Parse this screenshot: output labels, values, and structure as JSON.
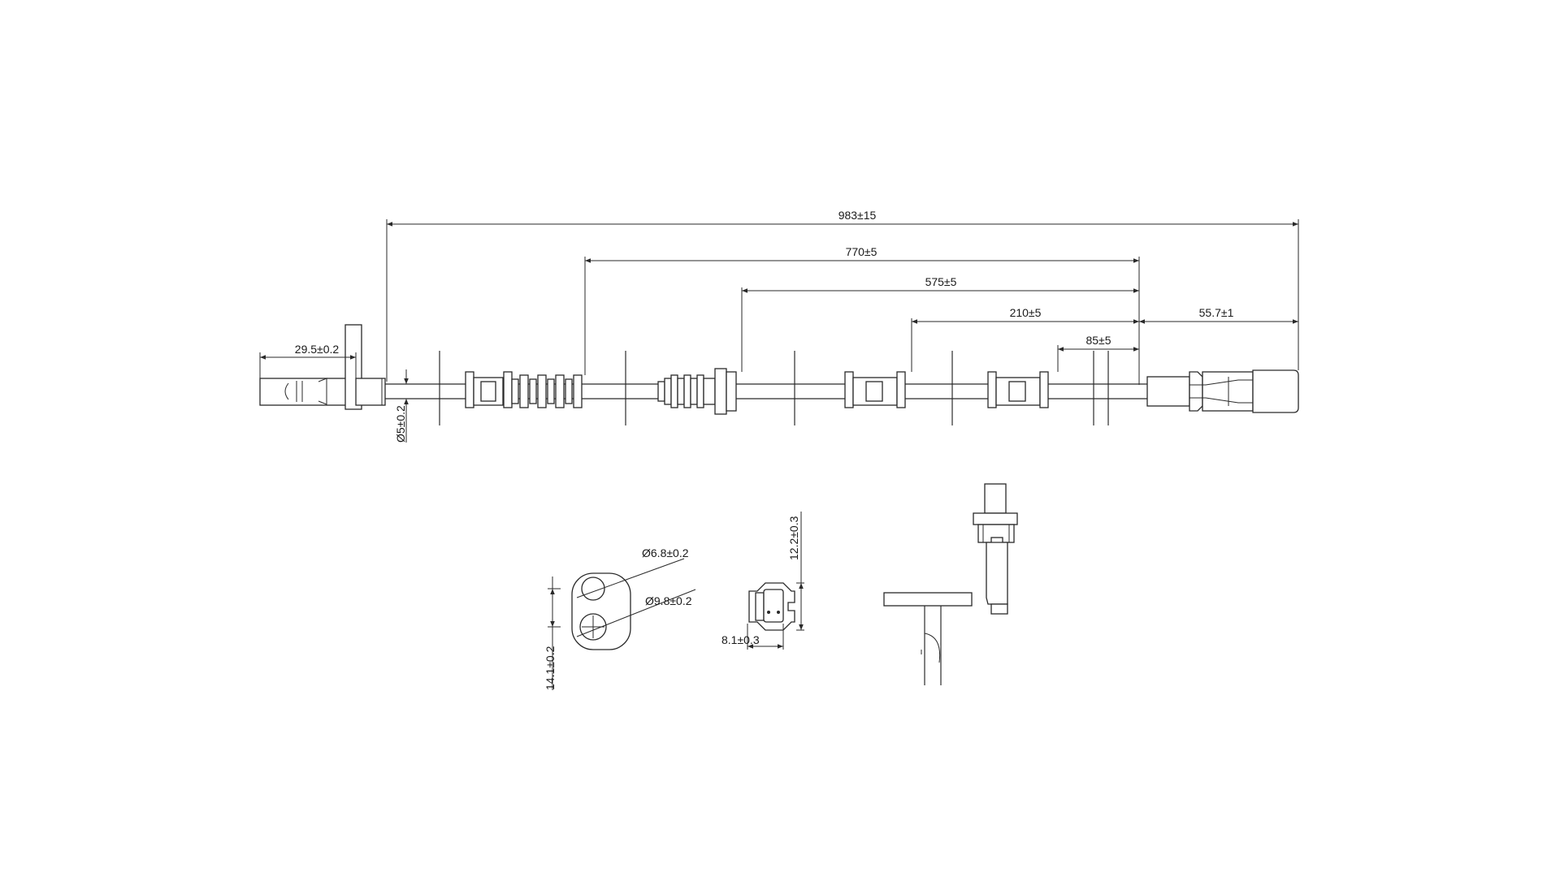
{
  "dimensions": {
    "total_length": "983±15",
    "d770": "770±5",
    "d575": "575±5",
    "d210": "210±5",
    "d85": "85±5",
    "connector_length": "55.7±1",
    "sensor_head_length": "29.5±0.2",
    "cable_diameter": "Ø5±0.2",
    "hole_small": "Ø6.8±0.2",
    "hole_large": "Ø9.8±0.2",
    "bracket_height": "14.1±0.2",
    "connector_height": "12.2±0.3",
    "connector_width": "8.1±0.3"
  }
}
